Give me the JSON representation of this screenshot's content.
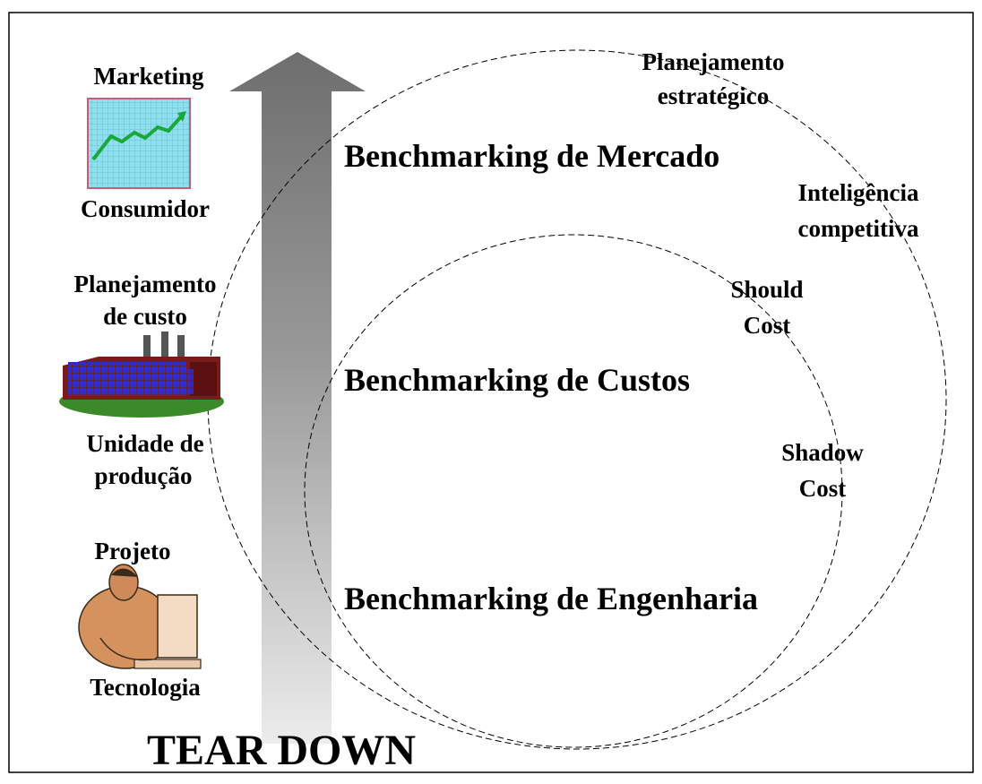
{
  "left_column": {
    "marketing_top": "Marketing",
    "marketing_bottom": "Consumidor",
    "cost_top_1": "Planejamento",
    "cost_top_2": "de custo",
    "production_1": "Unidade de",
    "production_2": "produção",
    "project_top": "Projeto",
    "project_bottom": "Tecnologia"
  },
  "center_labels": {
    "market": "Benchmarking de Mercado",
    "costs": "Benchmarking de Custos",
    "engineering": "Benchmarking de Engenharia"
  },
  "outer_circle_labels": {
    "strategic_1": "Planejamento",
    "strategic_2": "estratégico",
    "intel_1": "Inteligência",
    "intel_2": "competitiva"
  },
  "inner_circle_labels": {
    "should_1": "Should",
    "should_2": "Cost",
    "shadow_1": "Shadow",
    "shadow_2": "Cost"
  },
  "bottom_label": "TEAR DOWN",
  "colors": {
    "arrow_top": "#6e6e6e",
    "arrow_bottom": "#e6e6e6",
    "chart_bg": "#7fd8e6",
    "chart_line": "#1aa83a",
    "factory_wall": "#7a1a1a",
    "factory_windows": "#2a2ac8",
    "grass": "#3a8a2a",
    "person_skin": "#c8805a"
  }
}
